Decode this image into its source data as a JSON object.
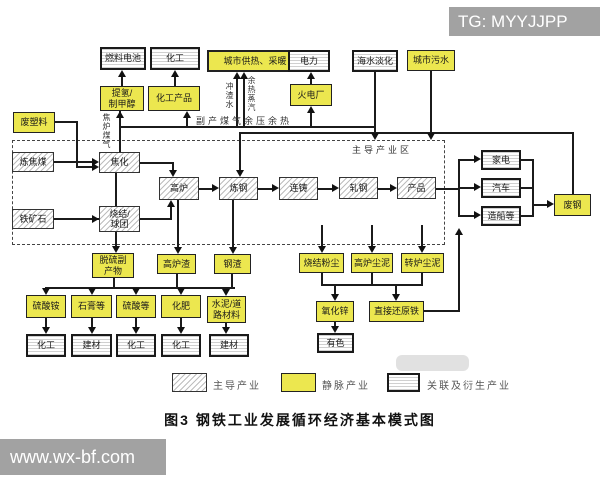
{
  "watermark_top": "TG: MYYJJPP",
  "watermark_bottom": "www.wx-bf.com",
  "caption": "图3  钢铁工业发展循环经济基本模式图",
  "zone_label": "主导产业区",
  "edge_labels": {
    "coke_oven_gas": "焦炉煤气",
    "slag_flush_water": "冲渣水",
    "surplus_heat_steam": "余热蒸汽",
    "byproduct_gas": "副产煤气余压余热"
  },
  "legend": {
    "leading": "主导产业",
    "venous": "静脉产业",
    "derived": "关联及衍生产业"
  },
  "nodes": {
    "fuel_cell": "燃料电池",
    "chem_industry_top": "化工",
    "district_heating": "城市供热、采暖",
    "electric_power": "电力",
    "seawater_desalination": "海水淡化",
    "urban_sewage": "城市污水",
    "hydrogen_methanol": "提氢/\n制甲醇",
    "chemical_products": "化工产品",
    "thermal_power_plant": "火电厂",
    "waste_plastics": "废塑料",
    "coking_coal": "炼焦煤",
    "coking": "焦化",
    "iron_ore": "铁矿石",
    "sinter_pellet": "烧结/\n球团",
    "blast_furnace": "高炉",
    "steelmaking": "炼钢",
    "continuous_casting": "连铸",
    "rolling": "轧钢",
    "products": "产品",
    "home_appliances": "家电",
    "automobiles": "汽车",
    "shipbuilding": "造船等",
    "scrap_steel": "废钢",
    "desulf_byproduct": "脱硫副\n产物",
    "bf_slag": "高炉渣",
    "steel_slag": "钢渣",
    "sinter_dust": "烧结粉尘",
    "bf_dust_sludge": "高炉尘泥",
    "converter_dust_sludge": "转炉尘泥",
    "ammonium_sulfate": "硫酸铵",
    "gypsum": "石膏等",
    "sulfuric_acid": "硫酸等",
    "fertilizer": "化肥",
    "cement_road": "水泥/道\n路材料",
    "zinc_oxide": "氧化锌",
    "direct_reduced_iron": "直接还原铁",
    "nonferrous": "有色",
    "chem1": "化工",
    "building_mat1": "建材",
    "chem2": "化工",
    "chem3": "化工",
    "building_mat2": "建材"
  }
}
